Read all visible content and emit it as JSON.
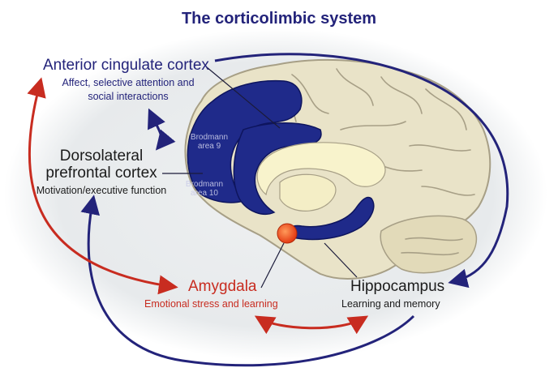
{
  "title": "The corticolimbic system",
  "colors": {
    "navy": "#23237a",
    "region_blue": "#1f2a8a",
    "red": "#c82c20",
    "amygdala_orange": "#ee4a1a",
    "brain_fill": "#e9e3c8",
    "brain_outline": "#a79f86",
    "background_glow": "#e7eaec",
    "brodmann_text": "#c9cbe8"
  },
  "labels": {
    "acc": {
      "name": "Anterior cingulate cortex",
      "desc_line1": "Affect, selective attention and",
      "desc_line2": "social interactions"
    },
    "dlpfc": {
      "name_line1": "Dorsolateral",
      "name_line2": "prefrontal cortex",
      "desc": "Motivation/executive function"
    },
    "amygdala": {
      "name": "Amygdala",
      "desc": "Emotional stress and learning"
    },
    "hippocampus": {
      "name": "Hippocampus",
      "desc": "Learning and memory"
    }
  },
  "brodmann": {
    "area9": {
      "line1": "Brodmann",
      "line2": "area 9"
    },
    "area10": {
      "line1": "Brodmann",
      "line2": "area 10"
    }
  }
}
